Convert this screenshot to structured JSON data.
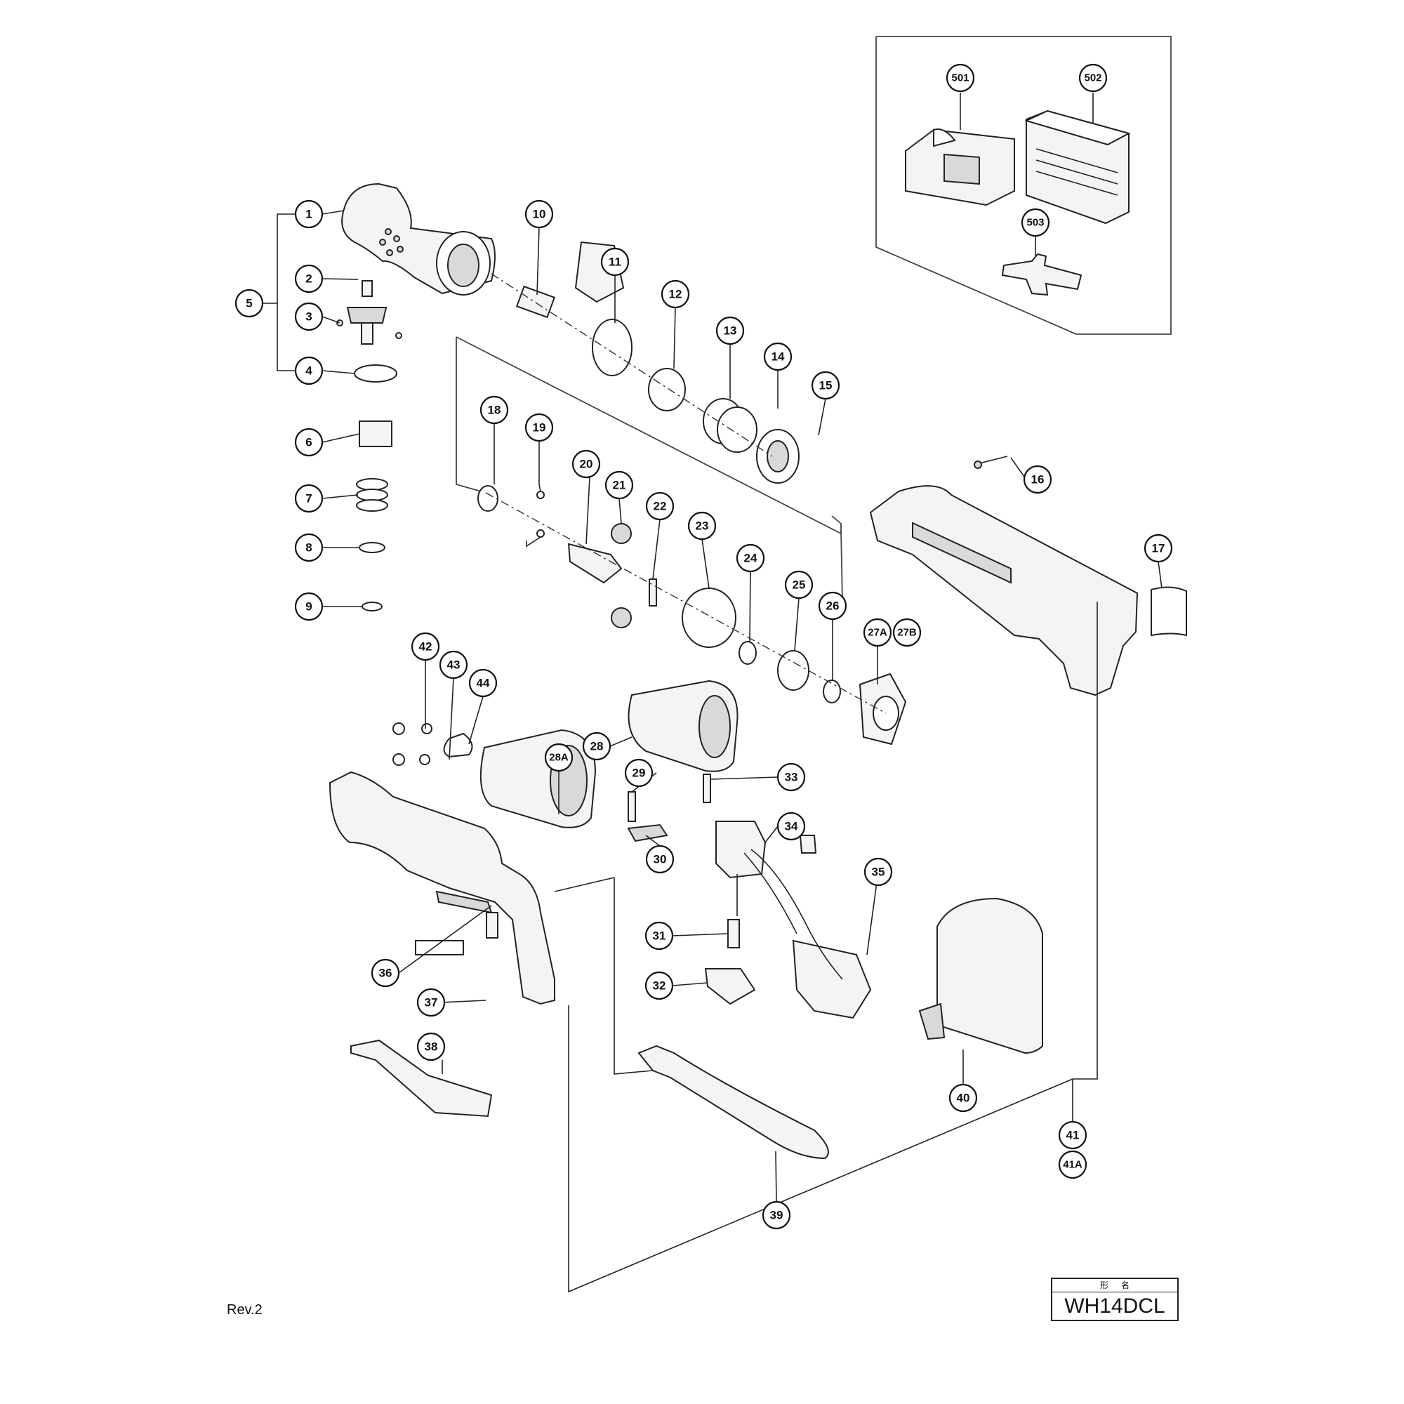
{
  "diagram": {
    "callouts": [
      "1",
      "2",
      "3",
      "4",
      "5",
      "6",
      "7",
      "8",
      "9",
      "10",
      "11",
      "12",
      "13",
      "14",
      "15",
      "16",
      "17",
      "18",
      "19",
      "20",
      "21",
      "22",
      "23",
      "24",
      "25",
      "26",
      "27A",
      "27B",
      "28",
      "28A",
      "29",
      "30",
      "31",
      "32",
      "33",
      "34",
      "35",
      "36",
      "37",
      "38",
      "39",
      "40",
      "41",
      "41A",
      "42",
      "43",
      "44",
      "501",
      "502",
      "503"
    ]
  },
  "footer": {
    "revision": "Rev.2",
    "model_header": "形名",
    "model_name": "WH14DCL"
  }
}
